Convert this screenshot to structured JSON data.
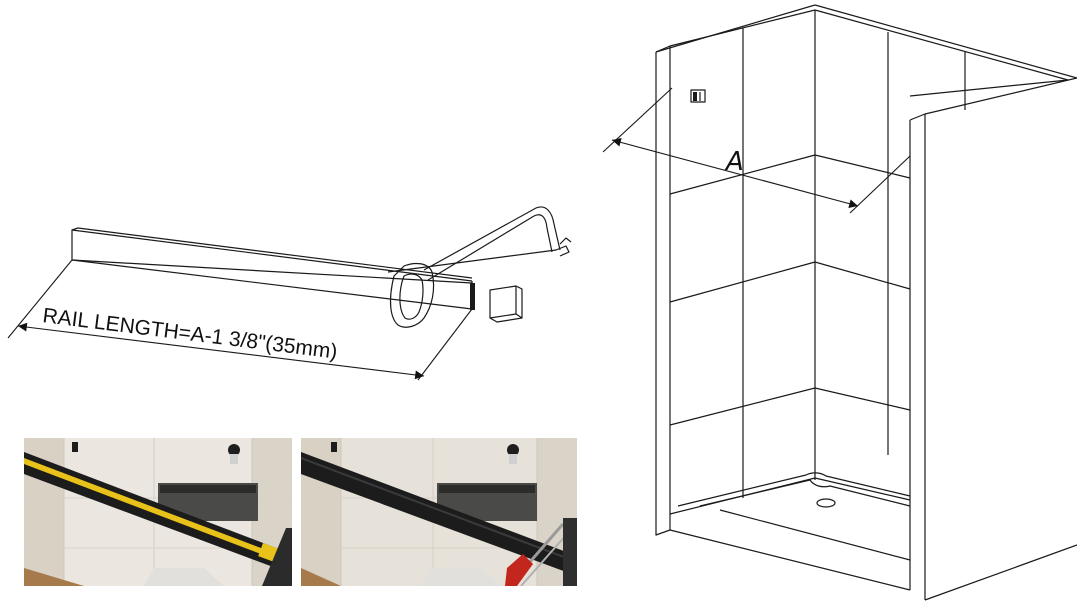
{
  "diagram": {
    "rail_label": "RAIL LENGTH=A-1 3/8\"(35mm)",
    "dimension_label": "A"
  },
  "photos": [
    {
      "depicts": "measuring-tape-on-rail"
    },
    {
      "depicts": "hacksaw-cutting-rail"
    }
  ],
  "colors": {
    "line": "#1a1a1a",
    "tape_yellow": "#e8c21a",
    "rail_black": "#1c1c1c",
    "tile": "#e7e3dc",
    "saw_red": "#c2261c"
  }
}
